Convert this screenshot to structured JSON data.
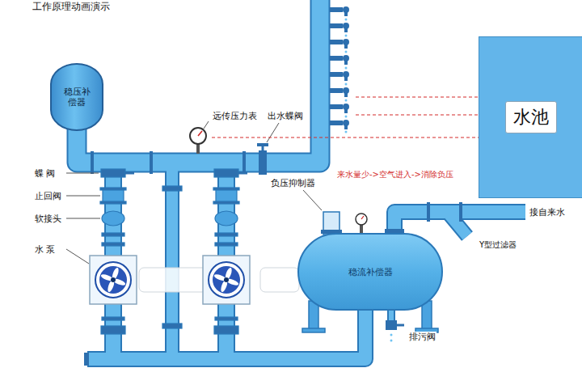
{
  "diagram": {
    "title": "工作原理动画演示",
    "nodes": [
      {
        "text": [
          "稳压补偿器"
        ]
      },
      {
        "text": [
          "水池"
        ]
      },
      {
        "text": [
          "稳流补偿器"
        ]
      }
    ],
    "labels": [
      "远传压力表",
      "出水蝶阀",
      "负压抑制器",
      "蝶 阀",
      "止回阀",
      "软接头",
      "水 泵",
      "来水量少->空气进入->消除负压",
      "接自来水",
      "Y型过滤器",
      "排污阀"
    ]
  }
}
